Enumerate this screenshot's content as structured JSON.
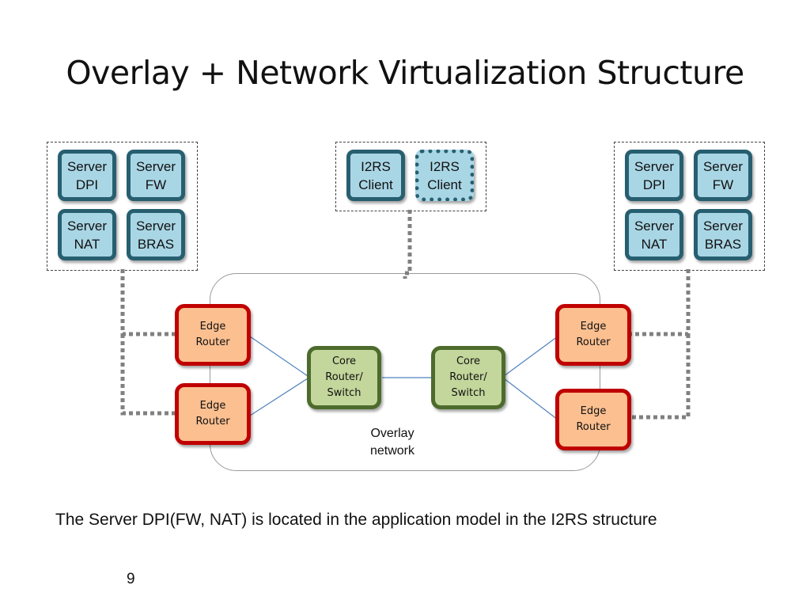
{
  "title": "Overlay + Network Virtualization Structure",
  "left_group": {
    "servers": [
      {
        "label": "Server\nDPI"
      },
      {
        "label": "Server\nFW"
      },
      {
        "label": "Server\nNAT"
      },
      {
        "label": "Server\nBRAS"
      }
    ]
  },
  "center_group": {
    "clients": [
      {
        "label": "I2RS\nClient"
      },
      {
        "label": "I2RS\nClient"
      }
    ]
  },
  "right_group": {
    "servers": [
      {
        "label": "Server\nDPI"
      },
      {
        "label": "Server\nFW"
      },
      {
        "label": "Server\nNAT"
      },
      {
        "label": "Server\nBRAS"
      }
    ]
  },
  "network": {
    "edge_routers": [
      {
        "label": "Edge\nRouter"
      },
      {
        "label": "Edge\nRouter"
      },
      {
        "label": "Edge\nRouter"
      },
      {
        "label": "Edge\nRouter"
      }
    ],
    "core_routers": [
      {
        "label": "Core\nRouter/\nSwitch"
      },
      {
        "label": "Core\nRouter/\nSwitch"
      }
    ],
    "overlay_label": "Overlay\nnetwork"
  },
  "caption": "The Server DPI(FW, NAT) is located in the application model in the I2RS structure",
  "page_number": "9",
  "colors": {
    "server_fill": "#a9d6e5",
    "server_border": "#275f70",
    "edge_fill": "#fbbf90",
    "edge_border": "#c00000",
    "core_fill": "#c3d69b",
    "core_border": "#4d6b2c",
    "link_blue": "#4f81bd",
    "dotted_link": "#808080"
  }
}
